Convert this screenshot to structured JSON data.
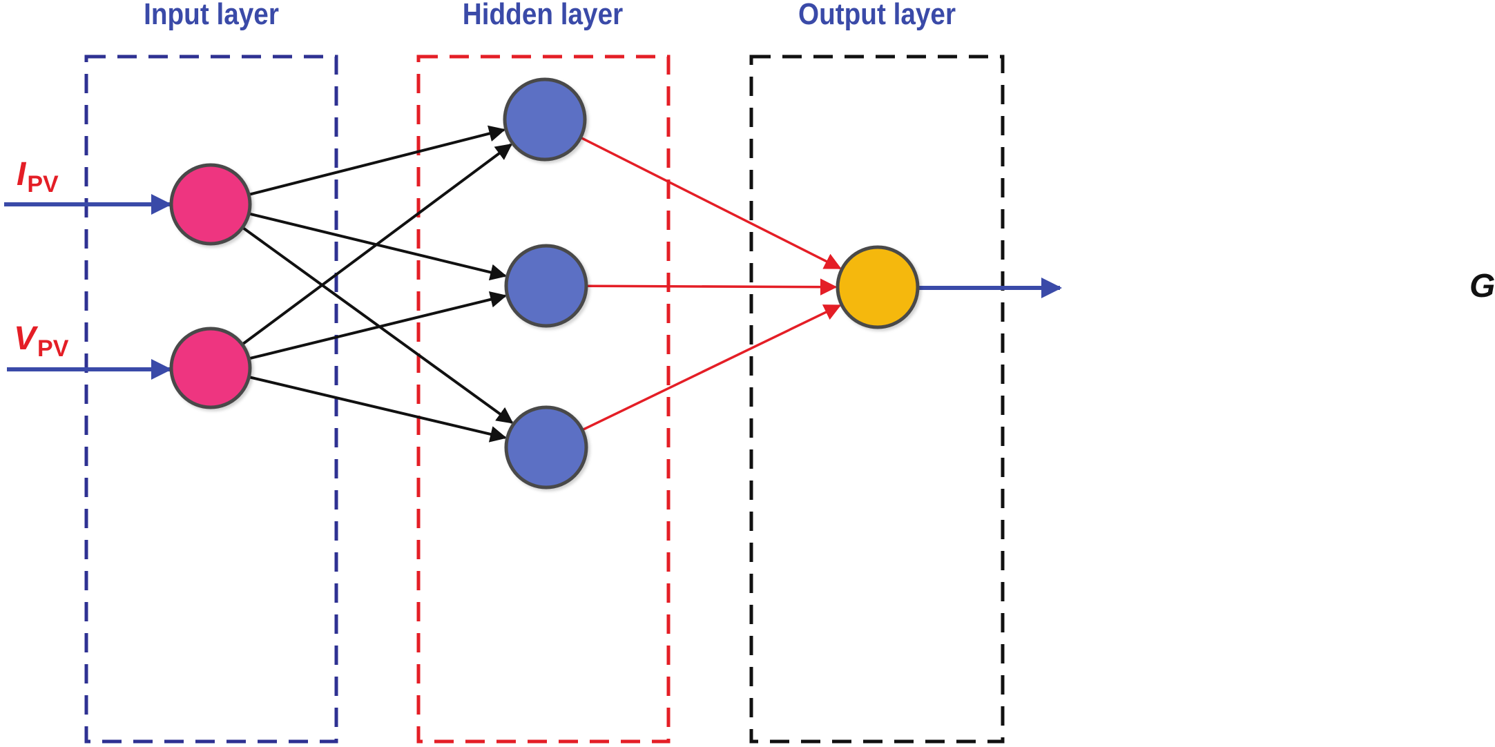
{
  "diagram": {
    "type": "neural-network",
    "layers": [
      {
        "id": "input",
        "title": "Input layer",
        "box_color": "#2e3192",
        "node_color": "#ee3580",
        "node_count": 2
      },
      {
        "id": "hidden",
        "title": "Hidden layer",
        "box_color": "#e41e26",
        "node_color": "#5b70c4",
        "node_count": 3
      },
      {
        "id": "output",
        "title": "Output layer",
        "box_color": "#111111",
        "node_color": "#f5b80a",
        "node_count": 1
      }
    ],
    "inputs": [
      {
        "symbol": "I",
        "subscript": "PV"
      },
      {
        "symbol": "V",
        "subscript": "PV"
      }
    ],
    "output": {
      "symbol": "G"
    },
    "colors": {
      "title_text": "#3a4aa8",
      "io_arrow": "#3a4aa8",
      "input_to_hidden_edges": "#111111",
      "hidden_to_output_edges": "#e41e26",
      "input_label_text": "#e41e26",
      "output_label_text": "#111111",
      "node_stroke": "#4a4a4a"
    },
    "connections": {
      "input_to_hidden": "fully-connected",
      "hidden_to_output": "fully-connected"
    }
  }
}
